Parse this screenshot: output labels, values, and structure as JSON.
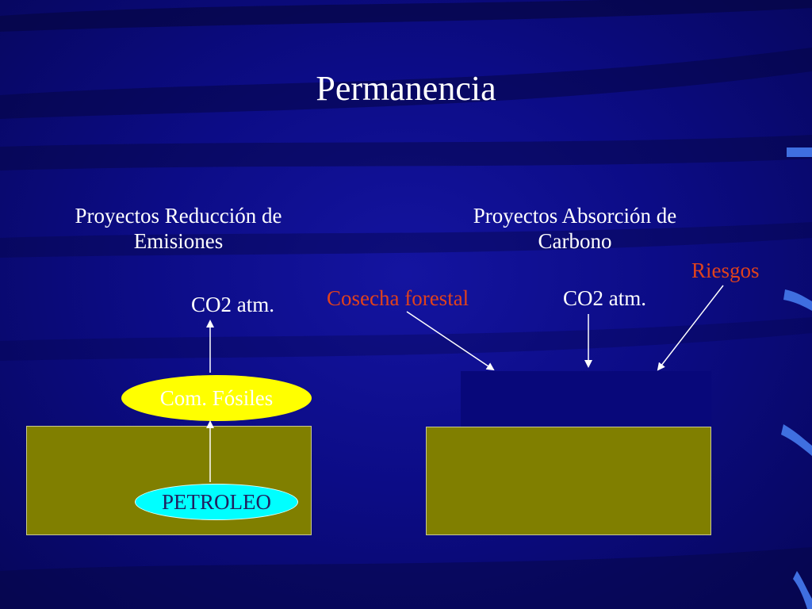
{
  "slide": {
    "title": "Permanencia",
    "left": {
      "heading": "Proyectos Reducción de Emisiones",
      "co2_label": "CO2 atm.",
      "fossil_label": "Com. Fósiles",
      "oil_label": "PETROLEO"
    },
    "right": {
      "heading": "Proyectos Absorción de Carbono",
      "co2_label": "CO2 atm.",
      "harvest_label": "Cosecha forestal",
      "risk_label": "Riesgos"
    }
  },
  "colors": {
    "background": "#0c0c86",
    "text": "#ffffff",
    "highlight_text": "#e0421c",
    "ground": "#807f00",
    "fossil_ellipse": "#ffff00",
    "oil_ellipse": "#00ffff"
  }
}
